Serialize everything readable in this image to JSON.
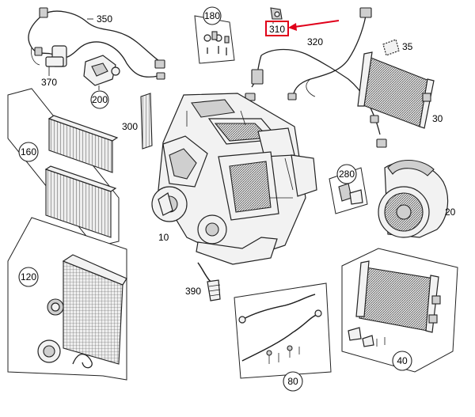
{
  "diagram": {
    "accent_color": "#e0001a",
    "highlighted_part": "310",
    "callouts": {
      "p10": "10",
      "p20": "20",
      "p30": "30",
      "p35": "35",
      "p40": "40",
      "p80": "80",
      "p120": "120",
      "p160": "160",
      "p180": "180",
      "p200": "200",
      "p280": "280",
      "p300": "300",
      "p310": "310",
      "p320": "320",
      "p350": "350",
      "p370": "370",
      "p390": "390"
    }
  }
}
